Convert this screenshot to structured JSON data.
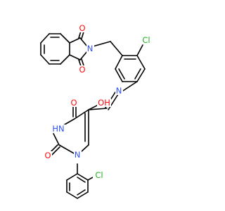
{
  "molecule": {
    "atom_labels": {
      "o_top": "O",
      "n_imide": "N",
      "o_bottom": "O",
      "cl_upper": "Cl",
      "n_imine": "N",
      "o_left": "O",
      "o_right": "OH",
      "nh": "HN",
      "o_urea": "O",
      "n_ring": "N",
      "cl_lower": "Cl"
    },
    "colors": {
      "oxygen": "#ff0d0d",
      "nitrogen": "#3050f8",
      "chlorine": "#1fb31f",
      "carbon_bond": "#000000"
    }
  }
}
